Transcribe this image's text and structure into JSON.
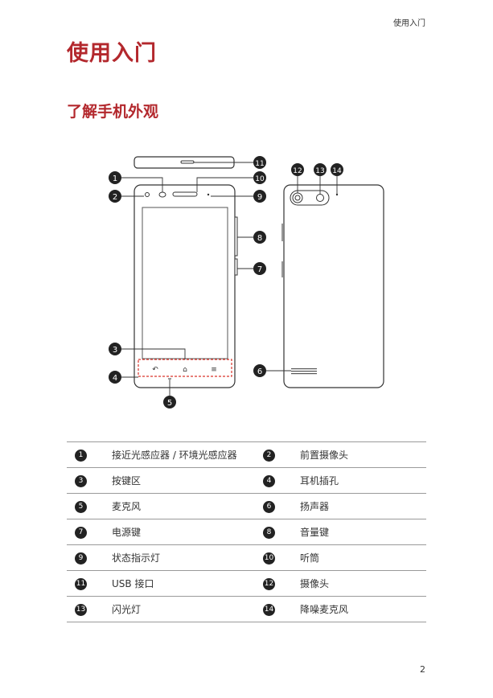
{
  "header": {
    "running_title": "使用入门"
  },
  "chapter_title": "使用入门",
  "section_title": "了解手机外观",
  "callout_numbers": [
    "1",
    "2",
    "3",
    "4",
    "5",
    "6",
    "7",
    "8",
    "9",
    "10",
    "11",
    "12",
    "13",
    "14"
  ],
  "parts": [
    [
      {
        "num": "1",
        "label": "接近光感应器 / 环境光感应器"
      },
      {
        "num": "2",
        "label": "前置摄像头"
      }
    ],
    [
      {
        "num": "3",
        "label": "按键区"
      },
      {
        "num": "4",
        "label": "耳机插孔"
      }
    ],
    [
      {
        "num": "5",
        "label": "麦克风"
      },
      {
        "num": "6",
        "label": "扬声器"
      }
    ],
    [
      {
        "num": "7",
        "label": "电源键"
      },
      {
        "num": "8",
        "label": "音量键"
      }
    ],
    [
      {
        "num": "9",
        "label": "状态指示灯"
      },
      {
        "num": "10",
        "label": "听筒"
      }
    ],
    [
      {
        "num": "11",
        "label": "USB 接口"
      },
      {
        "num": "12",
        "label": "摄像头"
      }
    ],
    [
      {
        "num": "13",
        "label": "闪光灯"
      },
      {
        "num": "14",
        "label": "降噪麦克风"
      }
    ]
  ],
  "page_number": "2",
  "colors": {
    "heading": "#b3282d",
    "callout": "#222222",
    "rule": "#9a9a9a",
    "highlight": "#d9342b"
  }
}
